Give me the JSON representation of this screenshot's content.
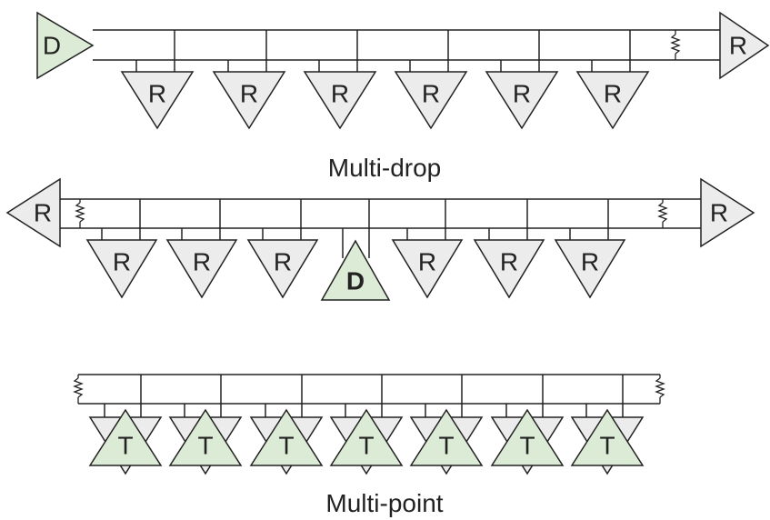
{
  "labels": {
    "driver": "D",
    "receiver": "R",
    "transceiver": "T"
  },
  "captions": {
    "multi_drop": "Multi-drop",
    "multi_point": "Multi-point"
  },
  "colors": {
    "receiver_fill": "#ececec",
    "driver_fill": "#dcebd5",
    "line": "#222222"
  }
}
